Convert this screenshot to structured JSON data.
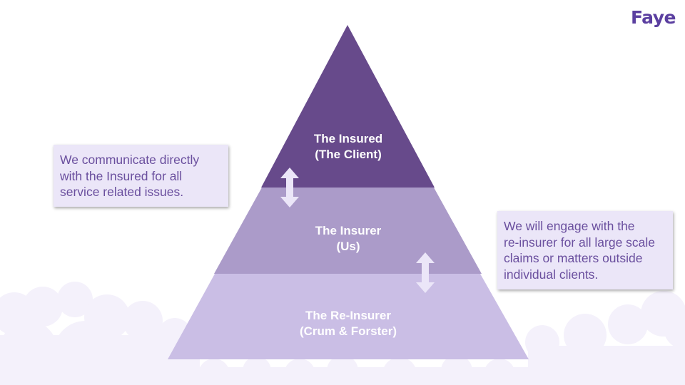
{
  "logo": {
    "text": "Faye"
  },
  "tiers": [
    {
      "line1": "The Insured",
      "line2": "(The Client)",
      "color": "#674a8b"
    },
    {
      "line1": "The Insurer",
      "line2": "(Us)",
      "color": "#ab9bc9"
    },
    {
      "line1": "The Re-Insurer",
      "line2": "(Crum & Forster)",
      "color": "#cabee5"
    }
  ],
  "notes": {
    "left": [
      "We communicate directly",
      "with the Insured for all",
      "service related issues."
    ],
    "right": [
      "We will engage with the",
      "re-insurer for all large scale",
      "claims or matters outside",
      "individual clients."
    ]
  },
  "colors": {
    "accent": "#5b3fa0",
    "note_background": "#ebe6f8",
    "note_text": "#6a4f9e",
    "arrow": "#ebe6f8",
    "cloud": "#f4f1fb"
  },
  "icons": [
    "double-arrow-vertical-icon",
    "double-arrow-vertical-icon"
  ]
}
